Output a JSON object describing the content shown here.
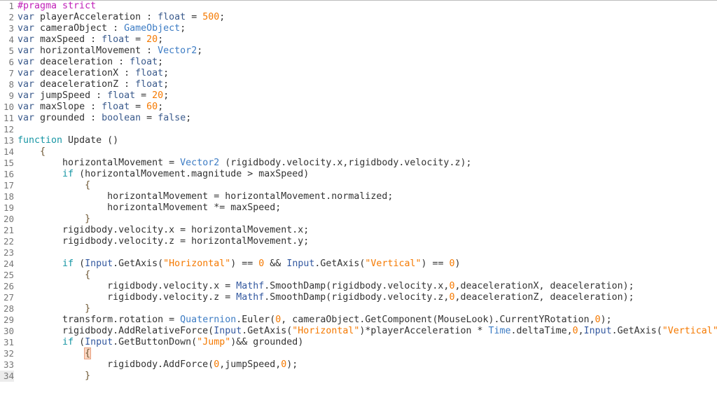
{
  "editor": {
    "current_line": 34,
    "lines": [
      {
        "n": "1",
        "tokens": [
          [
            "pp",
            "#pragma strict"
          ]
        ]
      },
      {
        "n": "2",
        "tokens": [
          [
            "kw",
            "var"
          ],
          [
            "p",
            " playerAcceleration : "
          ],
          [
            "kw",
            "float"
          ],
          [
            "p",
            " = "
          ],
          [
            "num",
            "500"
          ],
          [
            "p",
            ";"
          ]
        ]
      },
      {
        "n": "3",
        "tokens": [
          [
            "kw",
            "var"
          ],
          [
            "p",
            " cameraObject : "
          ],
          [
            "typ",
            "GameObject"
          ],
          [
            "p",
            ";"
          ]
        ]
      },
      {
        "n": "4",
        "tokens": [
          [
            "kw",
            "var"
          ],
          [
            "p",
            " maxSpeed : "
          ],
          [
            "kw",
            "float"
          ],
          [
            "p",
            " = "
          ],
          [
            "num",
            "20"
          ],
          [
            "p",
            ";"
          ]
        ]
      },
      {
        "n": "5",
        "tokens": [
          [
            "kw",
            "var"
          ],
          [
            "p",
            " horizontalMovement : "
          ],
          [
            "typ",
            "Vector2"
          ],
          [
            "p",
            ";"
          ]
        ]
      },
      {
        "n": "6",
        "tokens": [
          [
            "kw",
            "var"
          ],
          [
            "p",
            " deaceleration : "
          ],
          [
            "kw",
            "float"
          ],
          [
            "p",
            ";"
          ]
        ]
      },
      {
        "n": "7",
        "tokens": [
          [
            "kw",
            "var"
          ],
          [
            "p",
            " deacelerationX : "
          ],
          [
            "kw",
            "float"
          ],
          [
            "p",
            ";"
          ]
        ]
      },
      {
        "n": "8",
        "tokens": [
          [
            "kw",
            "var"
          ],
          [
            "p",
            " deacelerationZ : "
          ],
          [
            "kw",
            "float"
          ],
          [
            "p",
            ";"
          ]
        ]
      },
      {
        "n": "9",
        "tokens": [
          [
            "kw",
            "var"
          ],
          [
            "p",
            " jumpSpeed : "
          ],
          [
            "kw",
            "float"
          ],
          [
            "p",
            " = "
          ],
          [
            "num",
            "20"
          ],
          [
            "p",
            ";"
          ]
        ]
      },
      {
        "n": "10",
        "tokens": [
          [
            "kw",
            "var"
          ],
          [
            "p",
            " maxSlope : "
          ],
          [
            "kw",
            "float"
          ],
          [
            "p",
            " = "
          ],
          [
            "num",
            "60"
          ],
          [
            "p",
            ";"
          ]
        ]
      },
      {
        "n": "11",
        "tokens": [
          [
            "kw",
            "var"
          ],
          [
            "p",
            " grounded : "
          ],
          [
            "kw",
            "boolean"
          ],
          [
            "p",
            " = "
          ],
          [
            "kw",
            "false"
          ],
          [
            "p",
            ";"
          ]
        ]
      },
      {
        "n": "12",
        "tokens": []
      },
      {
        "n": "13",
        "tokens": [
          [
            "fn",
            "function"
          ],
          [
            "p",
            " Update ()"
          ]
        ]
      },
      {
        "n": "14",
        "tokens": [
          [
            "p",
            "    "
          ],
          [
            "br",
            "{"
          ]
        ]
      },
      {
        "n": "15",
        "tokens": [
          [
            "p",
            "        horizontalMovement = "
          ],
          [
            "typ",
            "Vector2"
          ],
          [
            "p",
            " (rigidbody.velocity.x,rigidbody.velocity.z);"
          ]
        ]
      },
      {
        "n": "16",
        "tokens": [
          [
            "p",
            "        "
          ],
          [
            "fn",
            "if"
          ],
          [
            "p",
            " (horizontalMovement.magnitude > maxSpeed)"
          ]
        ]
      },
      {
        "n": "17",
        "tokens": [
          [
            "p",
            "            "
          ],
          [
            "br",
            "{"
          ]
        ]
      },
      {
        "n": "18",
        "tokens": [
          [
            "p",
            "                horizontalMovement = horizontalMovement.normalized;"
          ]
        ]
      },
      {
        "n": "19",
        "tokens": [
          [
            "p",
            "                horizontalMovement *= maxSpeed;"
          ]
        ]
      },
      {
        "n": "20",
        "tokens": [
          [
            "p",
            "            "
          ],
          [
            "br",
            "}"
          ]
        ]
      },
      {
        "n": "21",
        "tokens": [
          [
            "p",
            "        rigidbody.velocity.x = horizontalMovement.x;"
          ]
        ]
      },
      {
        "n": "22",
        "tokens": [
          [
            "p",
            "        rigidbody.velocity.z = horizontalMovement.y;"
          ]
        ]
      },
      {
        "n": "23",
        "tokens": []
      },
      {
        "n": "24",
        "tokens": [
          [
            "p",
            "        "
          ],
          [
            "fn",
            "if"
          ],
          [
            "p",
            " ("
          ],
          [
            "cls",
            "Input"
          ],
          [
            "p",
            ".GetAxis("
          ],
          [
            "str",
            "\"Horizontal\""
          ],
          [
            "p",
            ") == "
          ],
          [
            "num",
            "0"
          ],
          [
            "p",
            " && "
          ],
          [
            "cls",
            "Input"
          ],
          [
            "p",
            ".GetAxis("
          ],
          [
            "str",
            "\"Vertical\""
          ],
          [
            "p",
            ") == "
          ],
          [
            "num",
            "0"
          ],
          [
            "p",
            ")"
          ]
        ]
      },
      {
        "n": "25",
        "tokens": [
          [
            "p",
            "            "
          ],
          [
            "br",
            "{"
          ]
        ]
      },
      {
        "n": "26",
        "tokens": [
          [
            "p",
            "                rigidbody.velocity.x = "
          ],
          [
            "cls",
            "Mathf"
          ],
          [
            "p",
            ".SmoothDamp(rigidbody.velocity.x,"
          ],
          [
            "num",
            "0"
          ],
          [
            "p",
            ",deacelerationX, deaceleration);"
          ]
        ]
      },
      {
        "n": "27",
        "tokens": [
          [
            "p",
            "                rigidbody.velocity.z = "
          ],
          [
            "cls",
            "Mathf"
          ],
          [
            "p",
            ".SmoothDamp(rigidbody.velocity.z,"
          ],
          [
            "num",
            "0"
          ],
          [
            "p",
            ",deacelerationZ, deaceleration);"
          ]
        ]
      },
      {
        "n": "28",
        "tokens": [
          [
            "p",
            "            "
          ],
          [
            "br",
            "}"
          ]
        ]
      },
      {
        "n": "29",
        "tokens": [
          [
            "p",
            "        transform.rotation = "
          ],
          [
            "typ",
            "Quaternion"
          ],
          [
            "p",
            ".Euler("
          ],
          [
            "num",
            "0"
          ],
          [
            "p",
            ", cameraObject.GetComponent(MouseLook).CurrentYRotation,"
          ],
          [
            "num",
            "0"
          ],
          [
            "p",
            ");"
          ]
        ]
      },
      {
        "n": "30",
        "tokens": [
          [
            "p",
            "        rigidbody.AddRelativeForce("
          ],
          [
            "cls",
            "Input"
          ],
          [
            "p",
            ".GetAxis("
          ],
          [
            "str",
            "\"Horizontal\""
          ],
          [
            "p",
            ")*playerAcceleration * "
          ],
          [
            "typ",
            "Time"
          ],
          [
            "p",
            ".deltaTime,"
          ],
          [
            "num",
            "0"
          ],
          [
            "p",
            ","
          ],
          [
            "cls",
            "Input"
          ],
          [
            "p",
            ".GetAxis("
          ],
          [
            "str",
            "\"Vertical\""
          ],
          [
            "p",
            ")"
          ]
        ]
      },
      {
        "n": "31",
        "tokens": [
          [
            "p",
            "        "
          ],
          [
            "fn",
            "if"
          ],
          [
            "p",
            " ("
          ],
          [
            "cls",
            "Input"
          ],
          [
            "p",
            ".GetButtonDown("
          ],
          [
            "str",
            "\"Jump\""
          ],
          [
            "p",
            ")&& grounded)"
          ]
        ]
      },
      {
        "n": "32",
        "tokens": [
          [
            "p",
            "            "
          ],
          [
            "brh",
            "{"
          ]
        ]
      },
      {
        "n": "33",
        "tokens": [
          [
            "p",
            "                rigidbody.AddForce("
          ],
          [
            "num",
            "0"
          ],
          [
            "p",
            ",jumpSpeed,"
          ],
          [
            "num",
            "0"
          ],
          [
            "p",
            ");"
          ]
        ]
      },
      {
        "n": "34",
        "tokens": [
          [
            "p",
            "            "
          ],
          [
            "br",
            "}"
          ]
        ]
      }
    ]
  }
}
